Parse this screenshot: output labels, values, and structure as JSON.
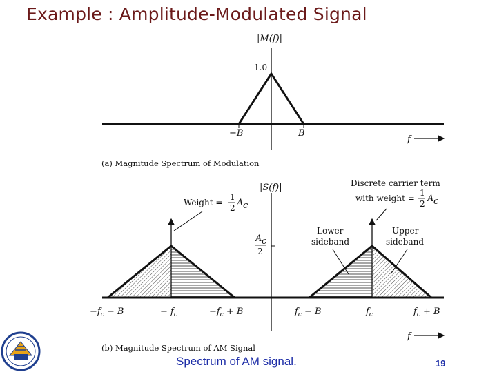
{
  "title": "Example : Amplitude-Modulated Signal",
  "caption": "Spectrum of AM signal.",
  "page_number": "19",
  "panel_a": {
    "y_axis_label": "|M(f)|",
    "peak_label": "1.0",
    "neg_b_label": "−B",
    "pos_b_label": "B",
    "f_label": "f",
    "caption": "(a) Magnitude Spectrum of Modulation"
  },
  "panel_b": {
    "y_axis_label": "|S(f)|",
    "weight_left": "Weight =",
    "weight_left_frac_num": "1",
    "weight_left_frac_den": "2",
    "weight_left_sym": "A",
    "weight_left_sub": "c",
    "carrier_line1": "Discrete carrier term",
    "carrier_line2": "with weight =",
    "carrier_frac_num": "1",
    "carrier_frac_den": "2",
    "carrier_sym": "A",
    "carrier_sub": "c",
    "ac_num": "A",
    "ac_sub": "c",
    "ac_den": "2",
    "lower_1": "Lower",
    "lower_2": "sideband",
    "upper_1": "Upper",
    "upper_2": "sideband",
    "tick_1": "−f",
    "tick_1_suffix": " − B",
    "tick_2": "− f",
    "tick_3": "−f",
    "tick_3_suffix": " + B",
    "tick_4": "f",
    "tick_4_suffix": " − B",
    "tick_5": "f",
    "tick_6": "f",
    "tick_6_suffix": " + B",
    "tick_sub": "c",
    "f_label": "f",
    "caption": "(b) Magnitude Spectrum of AM Signal"
  },
  "colors": {
    "title": "#6b1a1a",
    "caption": "#1f2fa8",
    "page_number": "#1f2fa8"
  }
}
